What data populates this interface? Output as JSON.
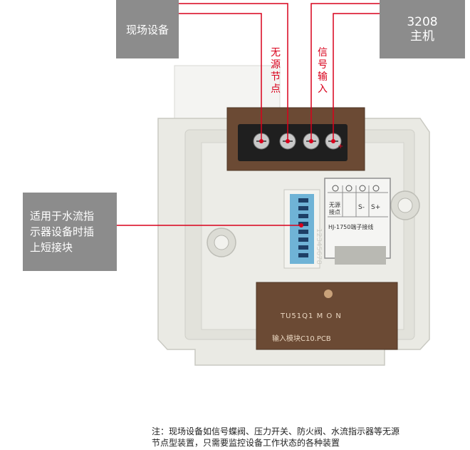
{
  "callouts": {
    "field_device": "现场设备",
    "host_line1": "3208",
    "host_line2": "主机",
    "plug_line1": "适用于水流指",
    "plug_line2": "示器设备时插",
    "plug_line3": "上短接块"
  },
  "vertical_labels": {
    "dry_contact": "无源节点",
    "signal_input": "信号输入"
  },
  "device": {
    "jumper_numbers": "12345678",
    "label_top_left": "无源",
    "label_top_left2": "接点",
    "label_s_minus": "S-",
    "label_s_plus": "S+",
    "label_model": "HJ-1750端子接线",
    "pcb_text_1": "TU51Q1  M O N",
    "pcb_text_2": "输入模块C10.PCB",
    "plus_mark": "+"
  },
  "colors": {
    "callout_bg": "#8c8c8c",
    "line_red": "#d9001b",
    "board_white": "#ecece6",
    "pcb_brown": "#6b4a34"
  },
  "note": {
    "line1": "注：现场设备如信号蝶阀、压力开关、防火阀、水流指示器等无源",
    "line2": "节点型装置，只需要监控设备工作状态的各种装置"
  }
}
